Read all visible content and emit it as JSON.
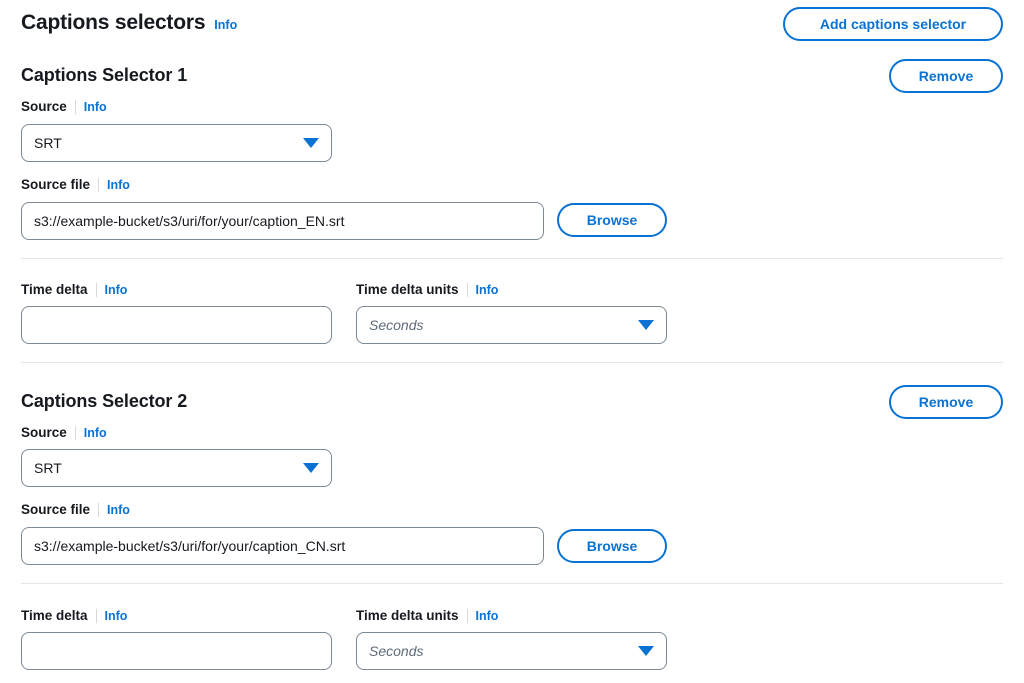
{
  "header": {
    "title": "Captions selectors",
    "info_label": "Info",
    "add_button_label": "Add captions selector"
  },
  "labels": {
    "source": "Source",
    "source_file": "Source file",
    "time_delta": "Time delta",
    "time_delta_units": "Time delta units",
    "info": "Info",
    "remove": "Remove",
    "browse": "Browse"
  },
  "colors": {
    "accent": "#0972d3",
    "text": "#16191f",
    "border": "#7d8998",
    "divider": "#e4e6e8",
    "placeholder": "#5f6b7a",
    "background": "#ffffff"
  },
  "icons": {
    "chevron_down": "chevron-down-icon"
  },
  "selectors": [
    {
      "title": "Captions Selector 1",
      "remove_label": "Remove",
      "source": {
        "label": "Source",
        "info": "Info",
        "value": "SRT"
      },
      "source_file": {
        "label": "Source file",
        "info": "Info",
        "value": "s3://example-bucket/s3/uri/for/your/caption_EN.srt",
        "placeholder": "",
        "browse_label": "Browse"
      },
      "time_delta": {
        "label": "Time delta",
        "info": "Info",
        "value": "",
        "placeholder": ""
      },
      "time_delta_units": {
        "label": "Time delta units",
        "info": "Info",
        "value": "Seconds",
        "is_placeholder": true
      }
    },
    {
      "title": "Captions Selector 2",
      "remove_label": "Remove",
      "source": {
        "label": "Source",
        "info": "Info",
        "value": "SRT"
      },
      "source_file": {
        "label": "Source file",
        "info": "Info",
        "value": "s3://example-bucket/s3/uri/for/your/caption_CN.srt",
        "placeholder": "",
        "browse_label": "Browse"
      },
      "time_delta": {
        "label": "Time delta",
        "info": "Info",
        "value": "",
        "placeholder": ""
      },
      "time_delta_units": {
        "label": "Time delta units",
        "info": "Info",
        "value": "Seconds",
        "is_placeholder": true
      }
    }
  ]
}
